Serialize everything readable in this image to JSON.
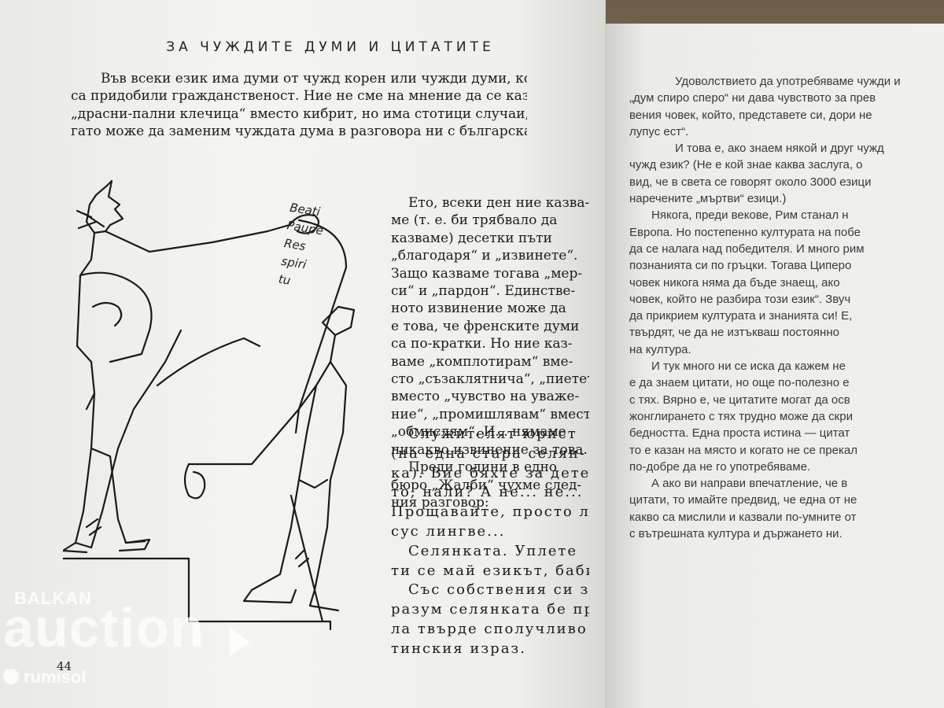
{
  "left_page": {
    "running_head": "ЗА ЧУЖДИТЕ ДУМИ И ЦИТАТИТЕ",
    "intro_lines": [
      "Във всеки език има думи от чужд корен или чужди думи, които",
      "са придобили гражданственост. Ние не сме на мнение да се казва",
      "„драсни-пални клечица“ вместо кибрит, но има стотици случаи, ко-",
      "гато може да заменим чуждата дума в разговора ни с българска."
    ],
    "column_lines": [
      "Ето, всеки ден ние казва-",
      "ме (т. е. би трябвало да",
      "казваме) десетки пъти",
      "„благодаря“ и „извинете“.",
      "Защо казваме тогава „мер-",
      "си“ и „пардон“. Единстве-",
      "ното извинение може да",
      "е това, че френските думи",
      "са по-кратки. Но ние каз-",
      "ваме „комплотирам“ вме-",
      "сто „съзаклятничa“, „пиетет“",
      "вместо „чувство на уваже-",
      "ние“, „промишлявам“ вместо",
      "„обмислям“. И... нямаме",
      "никакво извинение за това.",
      "Преди години в едно",
      "бюро „Жалби“ чухме след-",
      "ния разговор:"
    ],
    "dialogue_lines": [
      "Служителят юрист",
      "(на една стара селян-",
      "ка). Вие бяхте за дете-",
      "то, нали? А не... не...",
      "Прощавайте, просто лап-",
      "сус лингве...",
      "Селянката. Уплете",
      "ти се май езикът, баби...",
      "Със собствения си здрав",
      "разум селянката бе преве-",
      "ла твърде сполучливо ла-",
      "тинския израз."
    ],
    "scroll_text": [
      "Beati",
      "Paupe",
      "Res",
      "spiri",
      "tu"
    ],
    "page_number": "44"
  },
  "right_page": {
    "lines": [
      "Удоволствието да употребяваме чужди и",
      "„дум спиро сперо“ ни дава чувството за прев",
      "вения човек, който, представете си, дори не",
      "лупус ест“.",
      "И това е, ако знаем някой и друг чужд",
      "чужд език? (Не е кой знае каква заслуга, о",
      "вид, че в света се говорят около 3000 езици",
      "наречените „мъртви“ езици.)",
      "Някога, преди векове, Рим станал н",
      "Европа. Но постепенно културата на побе",
      "да се налага над победителя. И много рим",
      "познанията си по гръцки. Тогава Циперо",
      "човек никога няма да бъде знаещ, ако",
      "човек, който не разбира този език“. Звуч",
      "да прикрием културата и знанията си! Е,",
      "твърдят, че да не изтъкваш постоянно",
      "на култура.",
      "И тук много ни се иска да кажем не",
      "е да знаем цитати, но още по-полезно е",
      "с тях. Вярно е, че цитатите могат да осв",
      "жонглирането с тях трудно може да скри",
      "бедността. Една проста истина — цитат",
      "то е казан на място и когато не се прекал",
      "по-добре да не го употребяваме.",
      "А ако ви направи впечатление, че в",
      "цитати, то имайте предвид, че една от не",
      "какво са мислили и казвали по-умните от",
      "с вътрешната култура и държането ни."
    ]
  },
  "watermark": {
    "brand": "BALKAN",
    "word": "auction",
    "seller": "rumisol"
  }
}
